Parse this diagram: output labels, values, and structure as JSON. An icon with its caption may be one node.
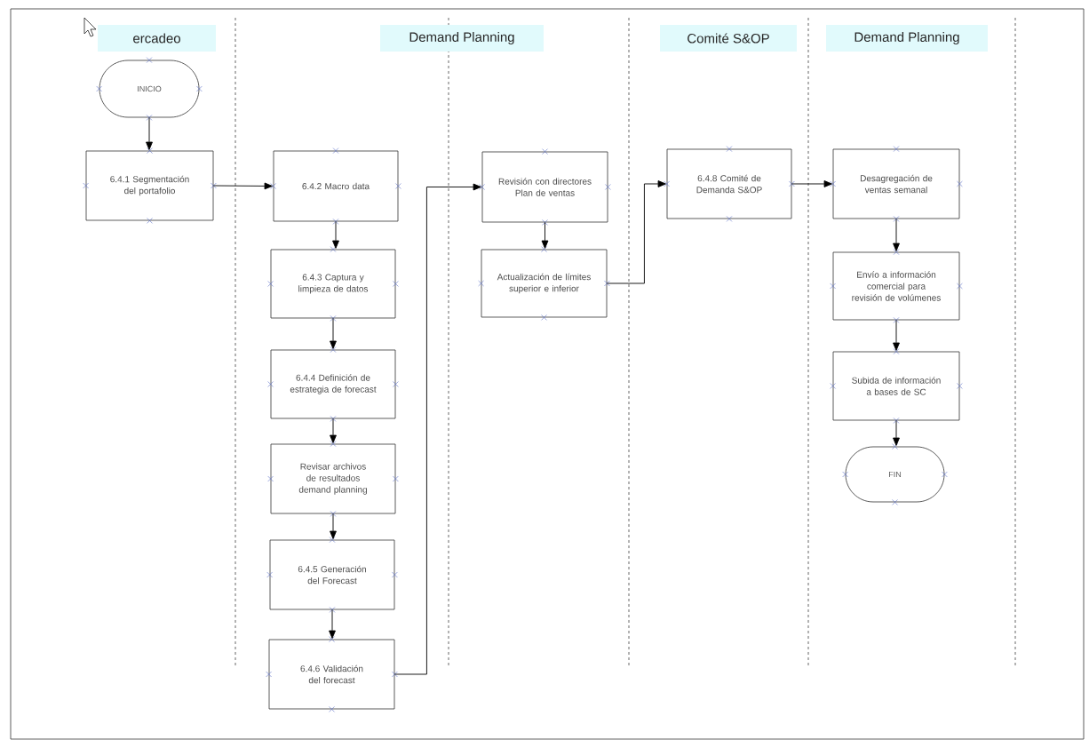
{
  "diagram": {
    "nodes": [
      {
        "text": [
          "ercadeo"
        ]
      },
      {
        "text": [
          "Demand Planning"
        ]
      },
      {
        "text": [
          "Comité S&OP"
        ]
      },
      {
        "text": [
          "Demand Planning"
        ]
      },
      {
        "text": [
          "INICIO"
        ]
      },
      {
        "text": [
          "6.4.1 Segmentación del portafolio"
        ]
      },
      {
        "text": [
          "6.4.2 Macro data"
        ]
      },
      {
        "text": [
          "6.4.3 Captura y limpieza de datos"
        ]
      },
      {
        "text": [
          "6.4.4 Definición de estrategia de forecast"
        ]
      },
      {
        "text": [
          "Revisar archivos de resultados demand planning"
        ]
      },
      {
        "text": [
          "6.4.5 Generación del Forecast"
        ]
      },
      {
        "text": [
          "6.4.6 Validación del forecast"
        ]
      },
      {
        "text": [
          "Revisión con directores Plan de ventas"
        ]
      },
      {
        "text": [
          "Actualización de límites superior e inferior"
        ]
      },
      {
        "text": [
          "6.4.8 Comité de Demanda S&OP"
        ]
      },
      {
        "text": [
          "Desagregación de ventas semanal"
        ]
      },
      {
        "text": [
          "Envío a información comercial para revisión de volúmenes"
        ]
      },
      {
        "text": [
          "Subida de información a bases de SC"
        ]
      },
      {
        "text": [
          "FIN"
        ]
      }
    ],
    "edges": [
      {
        "from": 4,
        "to": 5,
        "arrow": "to"
      },
      {
        "from": 5,
        "to": 6,
        "arrow": "to"
      },
      {
        "from": 6,
        "to": 7,
        "arrow": "to"
      },
      {
        "from": 7,
        "to": 8,
        "arrow": "to"
      },
      {
        "from": 8,
        "to": 9,
        "arrow": "to"
      },
      {
        "from": 9,
        "to": 10,
        "arrow": "to"
      },
      {
        "from": 10,
        "to": 11,
        "arrow": "to"
      },
      {
        "from": 11,
        "to": 12,
        "arrow": "to"
      },
      {
        "from": 12,
        "to": 13,
        "arrow": "to"
      },
      {
        "from": 13,
        "to": 14,
        "arrow": "to"
      },
      {
        "from": 14,
        "to": 15,
        "arrow": "to"
      },
      {
        "from": 15,
        "to": 16,
        "arrow": "to"
      },
      {
        "from": 16,
        "to": 17,
        "arrow": "to"
      },
      {
        "from": 17,
        "to": 18,
        "arrow": "to"
      }
    ]
  }
}
